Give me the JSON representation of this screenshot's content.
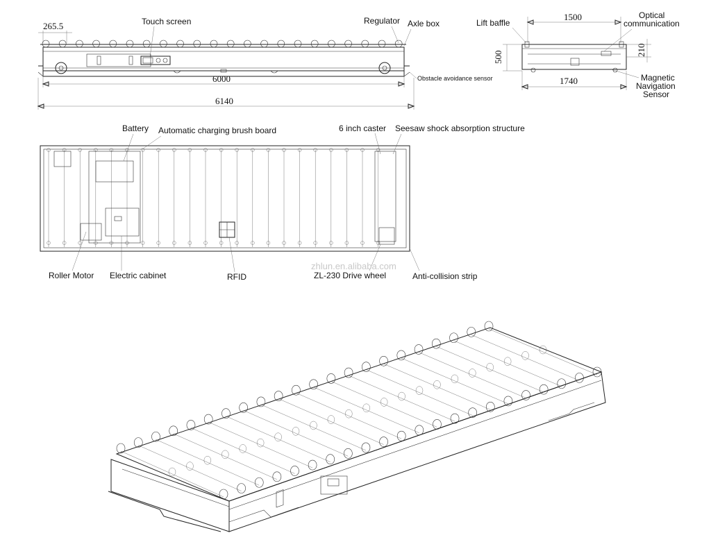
{
  "side_view": {
    "labels": {
      "touch_screen": "Touch screen",
      "regulator": "Regulator",
      "axle_box": "Axle box",
      "obstacle_sensor": "Obstacle avoidance sensor"
    },
    "dimensions": {
      "roller_pitch": "265.5",
      "inner_length": "6000",
      "overall_length": "6140"
    }
  },
  "end_view": {
    "labels": {
      "lift_baffle": "Lift baffle",
      "optical_line1": "Optical",
      "optical_line2": "communication",
      "magnetic_line1": "Magnetic",
      "magnetic_line2": "Navigation",
      "magnetic_line3": "Sensor"
    },
    "dimensions": {
      "top_width": "1500",
      "height": "500",
      "height_small": "210",
      "bottom_width": "1740"
    }
  },
  "top_view": {
    "labels": {
      "battery": "Battery",
      "charging_brush": "Automatic charging brush board",
      "caster": "6 inch caster",
      "seesaw": "Seesaw shock absorption structure",
      "roller_motor": "Roller Motor",
      "electric_cabinet": "Electric cabinet",
      "rfid": "RFID",
      "drive_wheel": "ZL-230 Drive wheel",
      "anti_collision": "Anti-collision strip"
    }
  },
  "watermark": "zhlun.en.alibaba.com",
  "colors": {
    "line": "#222222",
    "watermark": "#c8c8c8",
    "background": "#ffffff"
  }
}
